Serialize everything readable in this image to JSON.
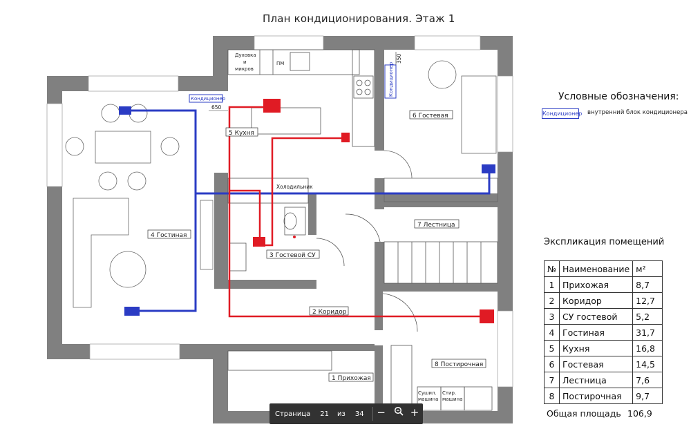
{
  "title": "План кондиционирования. Этаж 1",
  "legend": {
    "heading": "Условные обозначения:",
    "symbol_label": "Кондиционер",
    "description": "внутренний блок кондиционера"
  },
  "rooms": {
    "kitchen": "5 Кухня",
    "guest": "6 Гостевая",
    "living": "4 Гостиная",
    "bathroom": "3 Гостевой СУ",
    "stairs": "7 Лестница",
    "corridor": "2 Коридор",
    "laundry": "8 Постирочная",
    "hall": "1 Прихожая"
  },
  "fixtures": {
    "oven_line1": "Духовка",
    "oven_line2": "и",
    "oven_line3": "микров",
    "dishwasher": "ПМ",
    "fridge": "Холодильник",
    "dryer_line1": "Сушил.",
    "dryer_line2": "машина",
    "washer_line1": "Стир.",
    "washer_line2": "машина"
  },
  "ac_tag_left": "Кондиционер",
  "ac_tag_right": "Кондиционер",
  "dim_650": "650",
  "dim_350": "350",
  "explication": {
    "title": "Экспликация помещений",
    "headers": {
      "num": "№",
      "name": "Наименование",
      "area": "м²"
    },
    "rows": [
      {
        "num": "1",
        "name": "Прихожая",
        "area": "8,7"
      },
      {
        "num": "2",
        "name": "Коридор",
        "area": "12,7"
      },
      {
        "num": "3",
        "name": "СУ гостевой",
        "area": "5,2"
      },
      {
        "num": "4",
        "name": "Гостиная",
        "area": "31,7"
      },
      {
        "num": "5",
        "name": "Кухня",
        "area": "16,8"
      },
      {
        "num": "6",
        "name": "Гостевая",
        "area": "14,5"
      },
      {
        "num": "7",
        "name": "Лестница",
        "area": "7,6"
      },
      {
        "num": "8",
        "name": "Постирочная",
        "area": "9,7"
      }
    ],
    "total_label": "Общая площадь",
    "total_value": "106,9"
  },
  "pager": {
    "label": "Страница",
    "current": "21",
    "of": "из",
    "total": "34",
    "zoom_out": "−",
    "zoom_in": "+"
  },
  "colors": {
    "wall": "#7f7f7f",
    "ac_blue": "#2b3cc4",
    "pipe_red": "#e01b24",
    "toolbar": "#323232"
  }
}
